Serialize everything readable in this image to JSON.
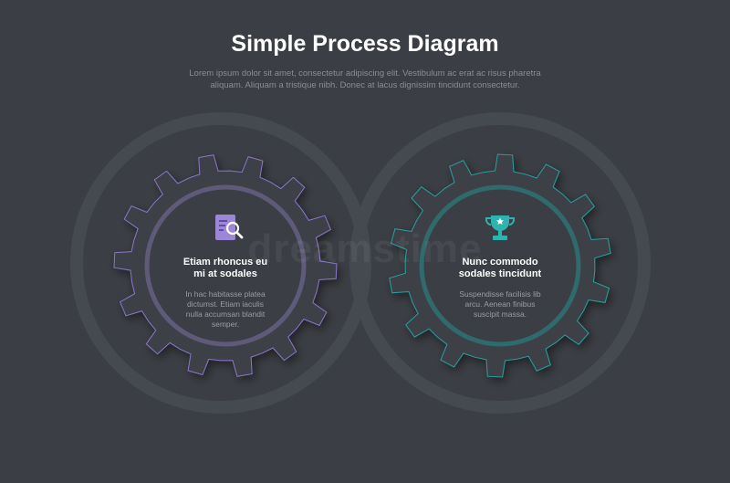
{
  "title": "Simple Process Diagram",
  "subtitle": "Lorem ipsum dolor sit amet, consectetur adipiscing elit. Vestibulum ac erat ac risus pharetra aliquam. Aliquam a tristique nibh. Donec at lacus dignissim tincidunt consectetur.",
  "watermark": "dreamstime",
  "colors": {
    "background": "#3b3e44",
    "purple": "#8a75c9",
    "teal": "#2a9ea0"
  },
  "steps": [
    {
      "icon": "document-search-icon",
      "heading_line1": "Etiam rhoncus eu",
      "heading_line2": "mi at sodales",
      "body_lines": [
        "In hac habitasse platea",
        "dictumst. Etiam iaculis",
        "nulla accumsan blandit",
        "semper."
      ]
    },
    {
      "icon": "trophy-icon",
      "heading_line1": "Nunc commodo",
      "heading_line2": "sodales tincidunt",
      "body_lines": [
        "Suspendisse facilisis lib",
        "arcu. Aenean finibus",
        "suscipit massa."
      ]
    }
  ]
}
